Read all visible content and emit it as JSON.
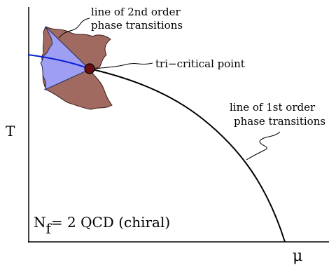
{
  "axes": {
    "y_label": "T",
    "x_label": "μ"
  },
  "annotations": {
    "second_order": [
      "line of 2nd order",
      "phase transitions"
    ],
    "tricritical": "tri−critical point",
    "first_order": [
      "line of 1st order",
      "phase transitions"
    ]
  },
  "theory_label": {
    "n": "N",
    "sub": "f",
    "rest": "= 2 QCD (chiral)"
  },
  "colors": {
    "axis": "#000000",
    "first_order_line": "#000000",
    "second_order_line": "#0a1fd6",
    "blue_region": "#9e9ef2",
    "brown_region": "#a06a60",
    "tricritical_point": "#6a0f12"
  }
}
